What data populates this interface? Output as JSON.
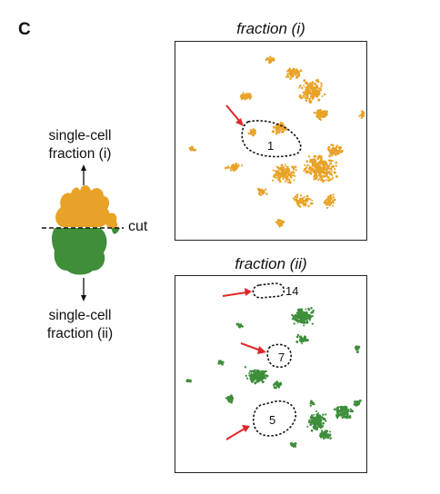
{
  "panel_letter": "C",
  "labels": {
    "top_fraction": "single-cell\nfraction (i)",
    "bottom_fraction": "single-cell\nfraction (ii)",
    "cut": "cut"
  },
  "plots": [
    {
      "title": "fraction (i)",
      "color": "#E8A227",
      "clusters": [
        {
          "label": "1"
        }
      ]
    },
    {
      "title": "fraction (ii)",
      "color": "#3E8E3A",
      "clusters": [
        {
          "label": "14"
        },
        {
          "label": "7"
        },
        {
          "label": "5"
        }
      ]
    }
  ],
  "colors": {
    "fraction_i": "#E8A227",
    "fraction_ii": "#3E8E3A",
    "arrow": "#E0262A",
    "outline": "#111111"
  }
}
